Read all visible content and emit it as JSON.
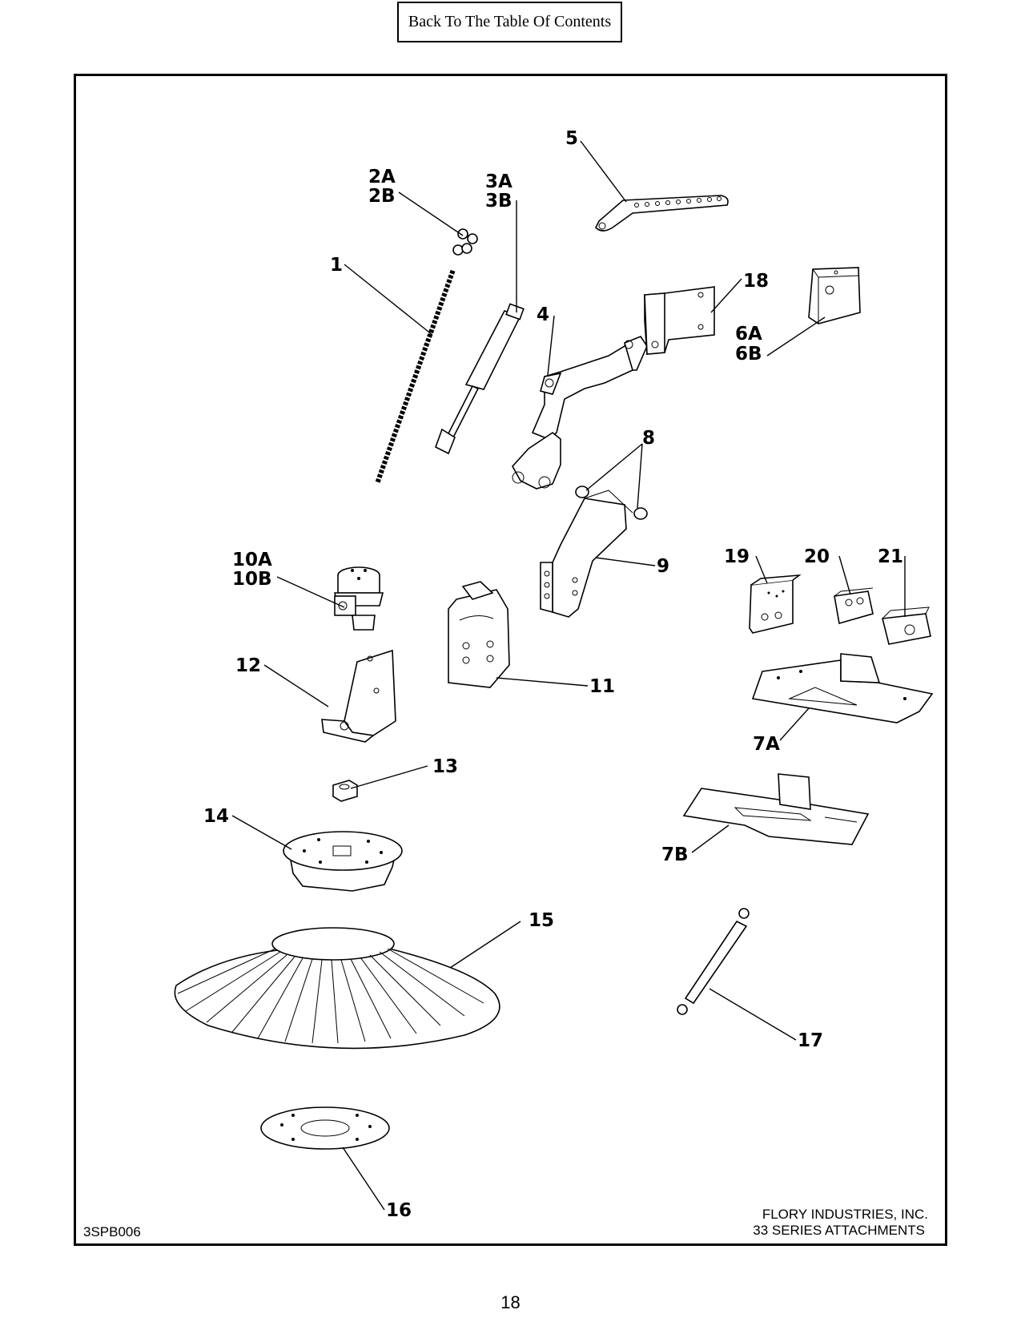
{
  "toc_link": "Back To The Table Of Contents",
  "drawing_number": "3SPB006",
  "company": "FLORY INDUSTRIES, INC.",
  "series": "33 SERIES ATTACHMENTS",
  "page_number": "18",
  "callouts": {
    "c1": "1",
    "c2a": "2A",
    "c2b": "2B",
    "c3a": "3A",
    "c3b": "3B",
    "c4": "4",
    "c5": "5",
    "c6a": "6A",
    "c6b": "6B",
    "c7a": "7A",
    "c7b": "7B",
    "c8": "8",
    "c9": "9",
    "c10a": "10A",
    "c10b": "10B",
    "c11": "11",
    "c12": "12",
    "c13": "13",
    "c14": "14",
    "c15": "15",
    "c16": "16",
    "c17": "17",
    "c18": "18",
    "c19": "19",
    "c20": "20",
    "c21": "21"
  }
}
